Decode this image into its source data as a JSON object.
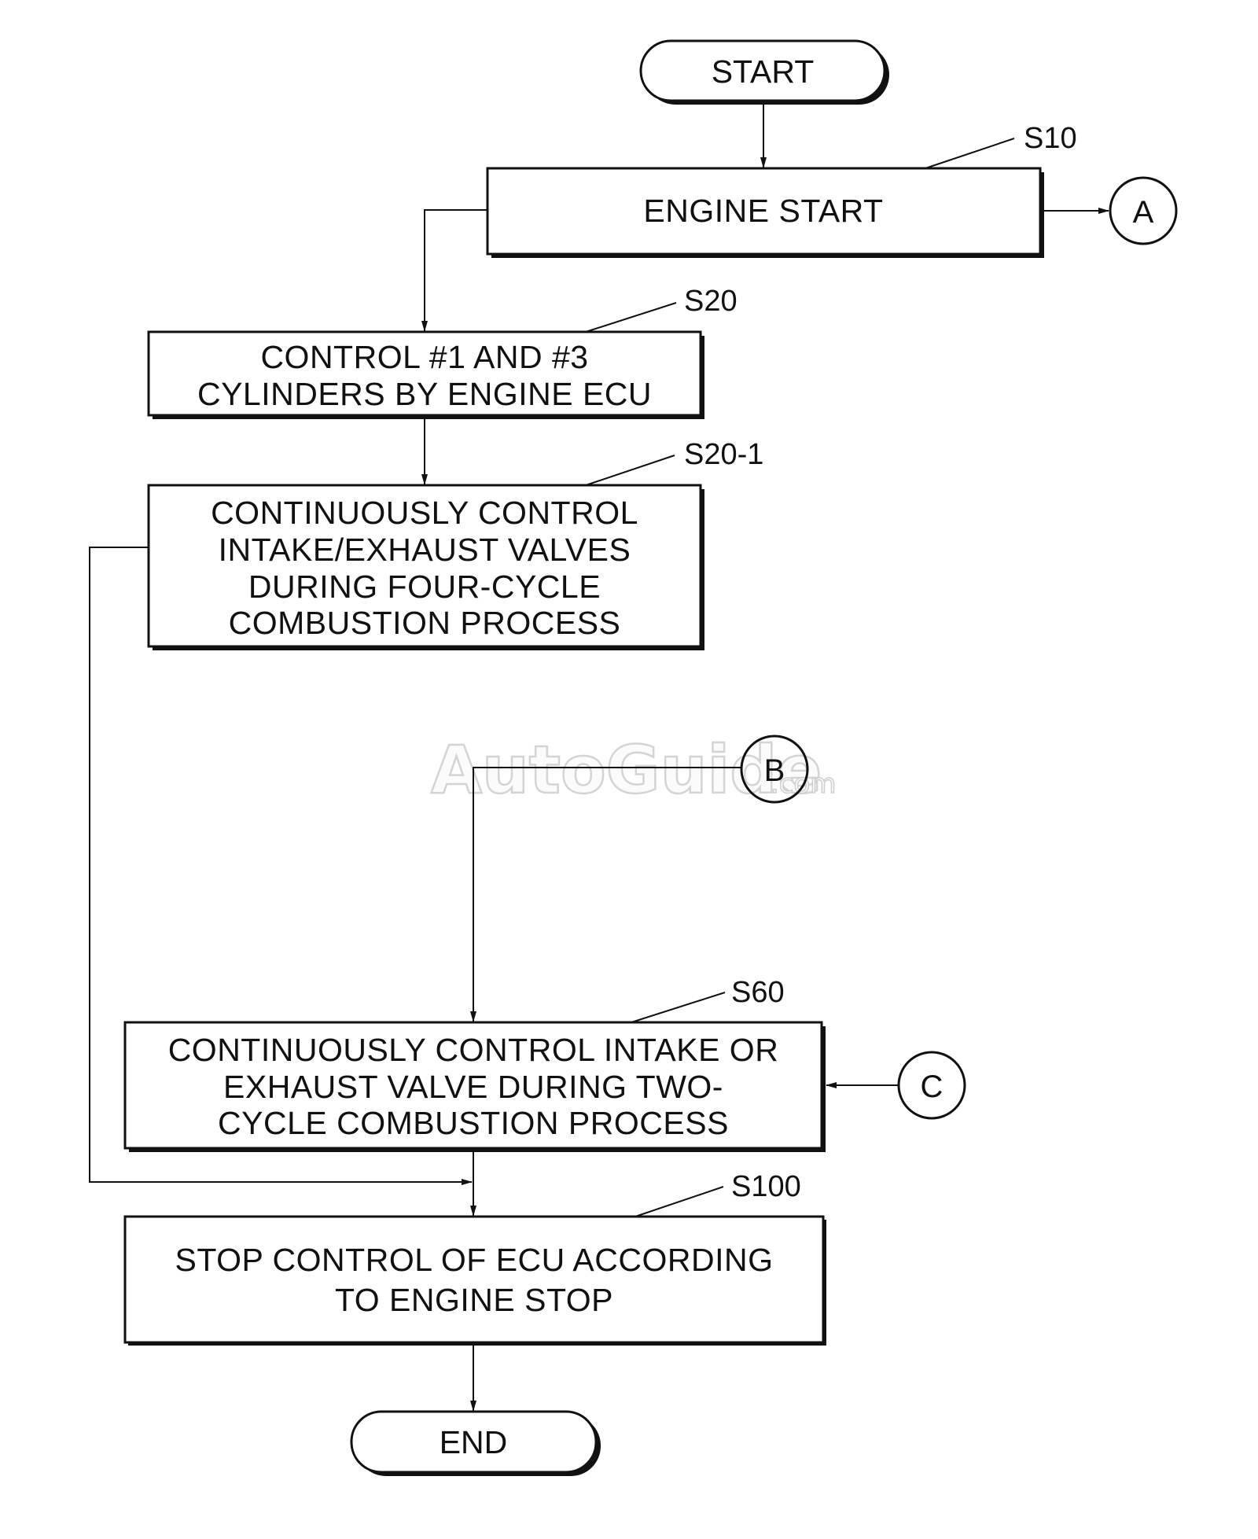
{
  "figure": {
    "type": "flowchart",
    "watermark": {
      "main": "AutoGuide",
      "suffix": ".com"
    },
    "terminals": {
      "start": {
        "label": "START"
      },
      "end": {
        "label": "END"
      }
    },
    "steps": [
      {
        "id": "S10",
        "ref": "S10",
        "lines": [
          "ENGINE START"
        ]
      },
      {
        "id": "S20",
        "ref": "S20",
        "lines": [
          "CONTROL #1 AND #3",
          "CYLINDERS BY ENGINE ECU"
        ]
      },
      {
        "id": "S20-1",
        "ref": "S20-1",
        "lines": [
          "CONTINUOUSLY CONTROL",
          "INTAKE/EXHAUST VALVES",
          "DURING FOUR-CYCLE",
          "COMBUSTION PROCESS"
        ]
      },
      {
        "id": "S60",
        "ref": "S60",
        "lines": [
          "CONTINUOUSLY CONTROL INTAKE OR",
          "EXHAUST VALVE DURING TWO-",
          "CYCLE COMBUSTION PROCESS"
        ]
      },
      {
        "id": "S100",
        "ref": "S100",
        "lines": [
          "STOP CONTROL OF ECU ACCORDING",
          "TO ENGINE STOP"
        ]
      }
    ],
    "connectors": [
      {
        "id": "A",
        "label": "A",
        "direction": "out-from-S10"
      },
      {
        "id": "B",
        "label": "B",
        "direction": "in-to-S60"
      },
      {
        "id": "C",
        "label": "C",
        "direction": "in-to-S60"
      }
    ],
    "flows": [
      {
        "from": "START",
        "to": "S10"
      },
      {
        "from": "S10",
        "to": "A"
      },
      {
        "from": "S10",
        "to": "S20"
      },
      {
        "from": "S20",
        "to": "S20-1"
      },
      {
        "from": "S20-1",
        "to": "S100",
        "note": "bypass"
      },
      {
        "from": "B",
        "to": "S60"
      },
      {
        "from": "C",
        "to": "S60"
      },
      {
        "from": "S60",
        "to": "S100"
      },
      {
        "from": "S100",
        "to": "END"
      }
    ]
  }
}
